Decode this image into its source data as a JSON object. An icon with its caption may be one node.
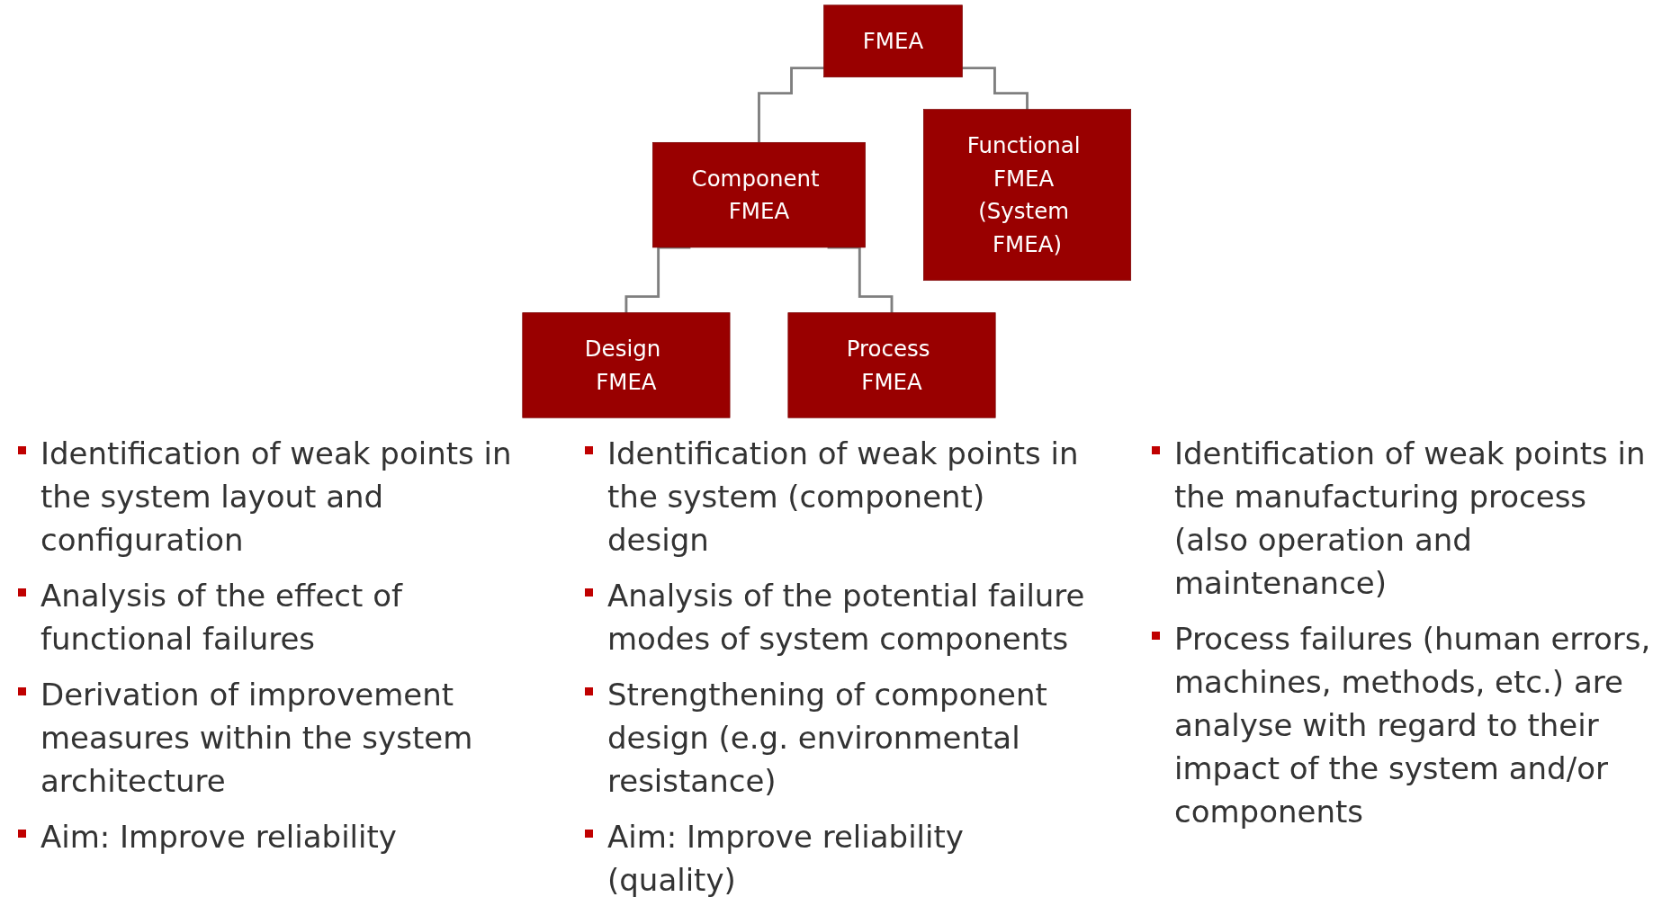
{
  "diagram": {
    "nodes": [
      {
        "text": [
          "FMEA"
        ]
      },
      {
        "text": [
          "Component FMEA"
        ]
      },
      {
        "text": [
          "Functional FMEA (System FMEA)"
        ]
      },
      {
        "text": [
          "Design FMEA"
        ]
      },
      {
        "text": [
          "Process FMEA"
        ]
      }
    ],
    "edges": [
      {
        "from": 0,
        "to": 2,
        "arrow": "none"
      },
      {
        "from": 0,
        "to": 1,
        "arrow": "none"
      },
      {
        "from": 1,
        "to": 3,
        "arrow": "none"
      },
      {
        "from": 1,
        "to": 4,
        "arrow": "none"
      }
    ],
    "labels": [
      "Identification of weak points in the system layout and configuration",
      "Analysis of the effect of functional failures",
      "Derivation of improvement measures within the system architecture",
      "Aim: Improve reliability",
      "Identification of weak points in the system (component) design",
      "Analysis of the potential failure modes of system components",
      "Strengthening of component design (e.g. environmental resistance)",
      "Aim: Improve reliability (quality)",
      "Identification of weak points in the manufacturing process (also operation and maintenance)",
      "Process failures (human errors, machines, methods, etc.)  are analyse with regard to their impact of the system and/or components"
    ]
  }
}
